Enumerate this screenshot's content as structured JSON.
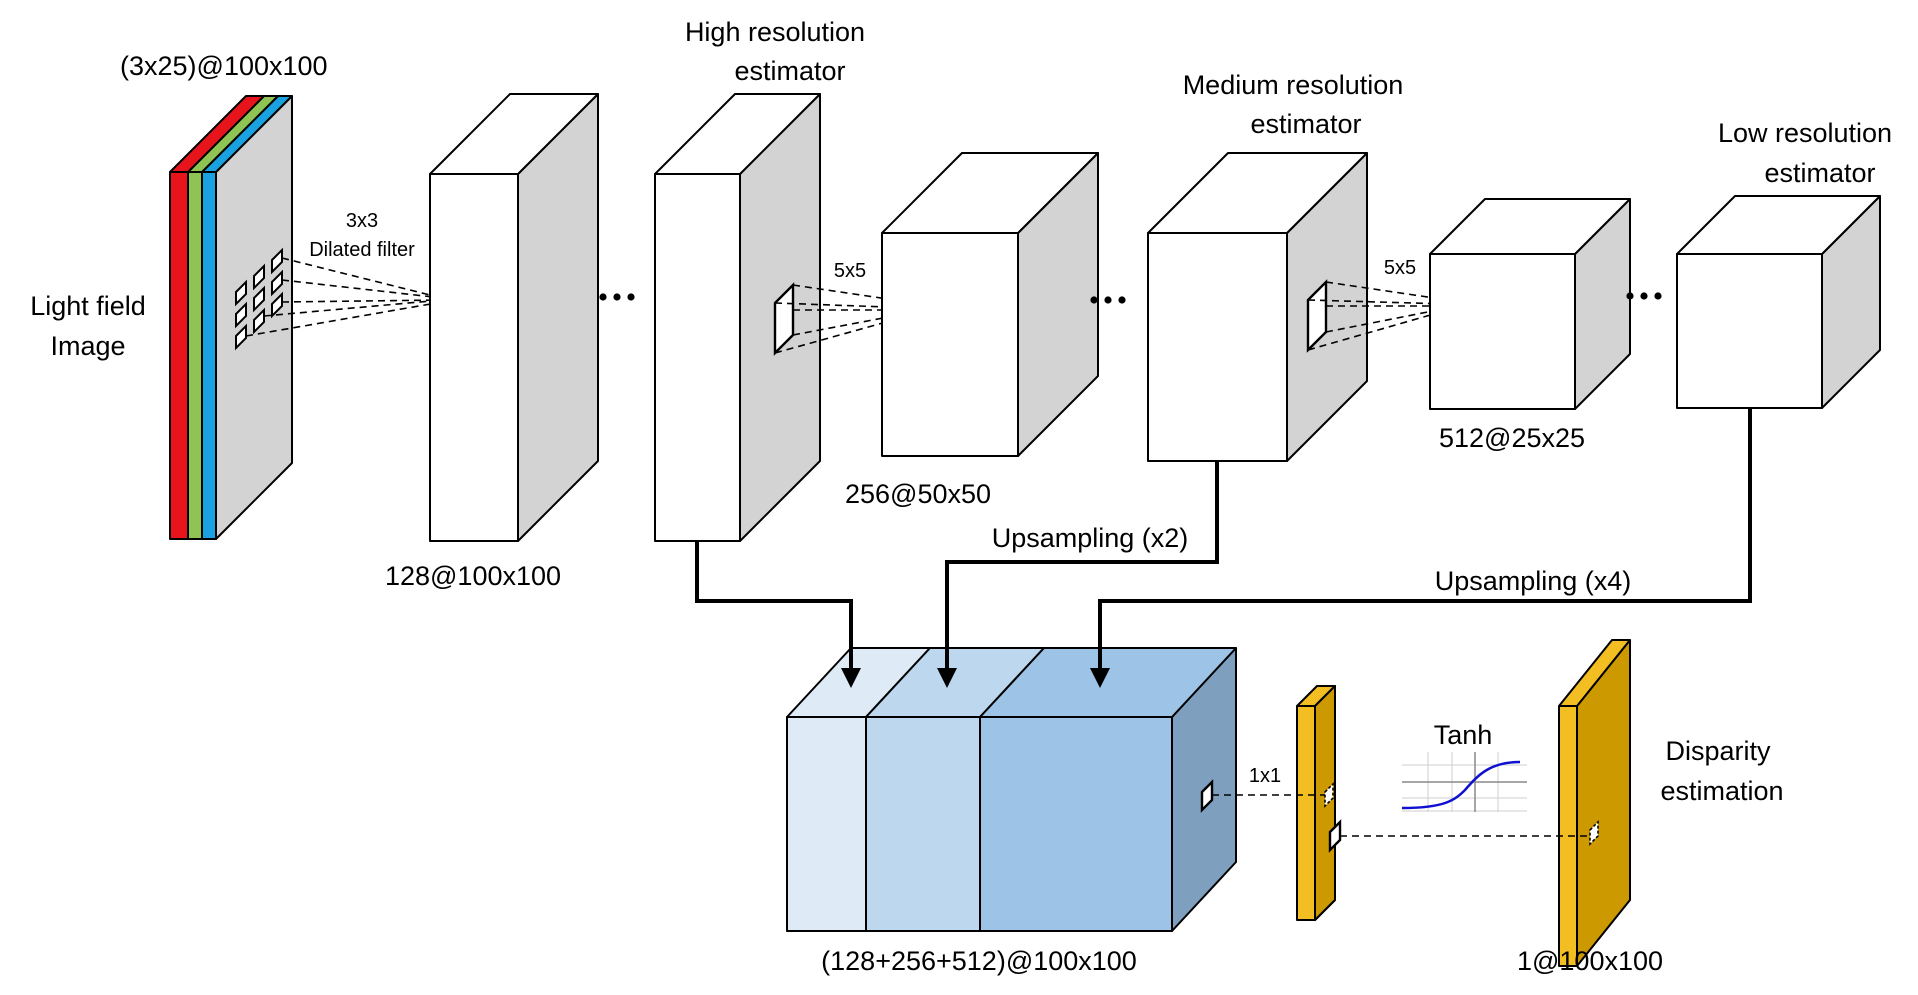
{
  "labels": {
    "input_shape": "(3x25)@100x100",
    "input_name_1": "Light field",
    "input_name_2": "Image",
    "filter_size_1": "3x3",
    "filter_type": "Dilated filter",
    "layer1_shape": "128@100x100",
    "high_res_1": "High resolution",
    "high_res_2": "estimator",
    "filter_size_2": "5x5",
    "layer2_shape": "256@50x50",
    "med_res_1": "Medium resolution",
    "med_res_2": "estimator",
    "filter_size_3": "5x5",
    "layer3_shape": "512@25x25",
    "low_res_1": "Low resolution",
    "low_res_2": "estimator",
    "upsample_x2": "Upsampling (x2)",
    "upsample_x4": "Upsampling (x4)",
    "concat_shape": "(128+256+512)@100x100",
    "filter_size_4": "1x1",
    "activation": "Tanh",
    "output_name_1": "Disparity",
    "output_name_2": "estimation",
    "output_shape": "1@100x100",
    "ellipsis": "…"
  },
  "colors": {
    "red": "#e8141b",
    "green": "#8fc353",
    "blue": "#1aa1e0",
    "gray": "#d3d3d3",
    "concat_1": "#deebf7",
    "concat_2": "#bdd7ee",
    "concat_3": "#9dc3e6",
    "concat_side": "#7f9fbf",
    "gold": "#cc9900",
    "gold_edge": "#f2be22",
    "tanh": "#1010d0"
  }
}
